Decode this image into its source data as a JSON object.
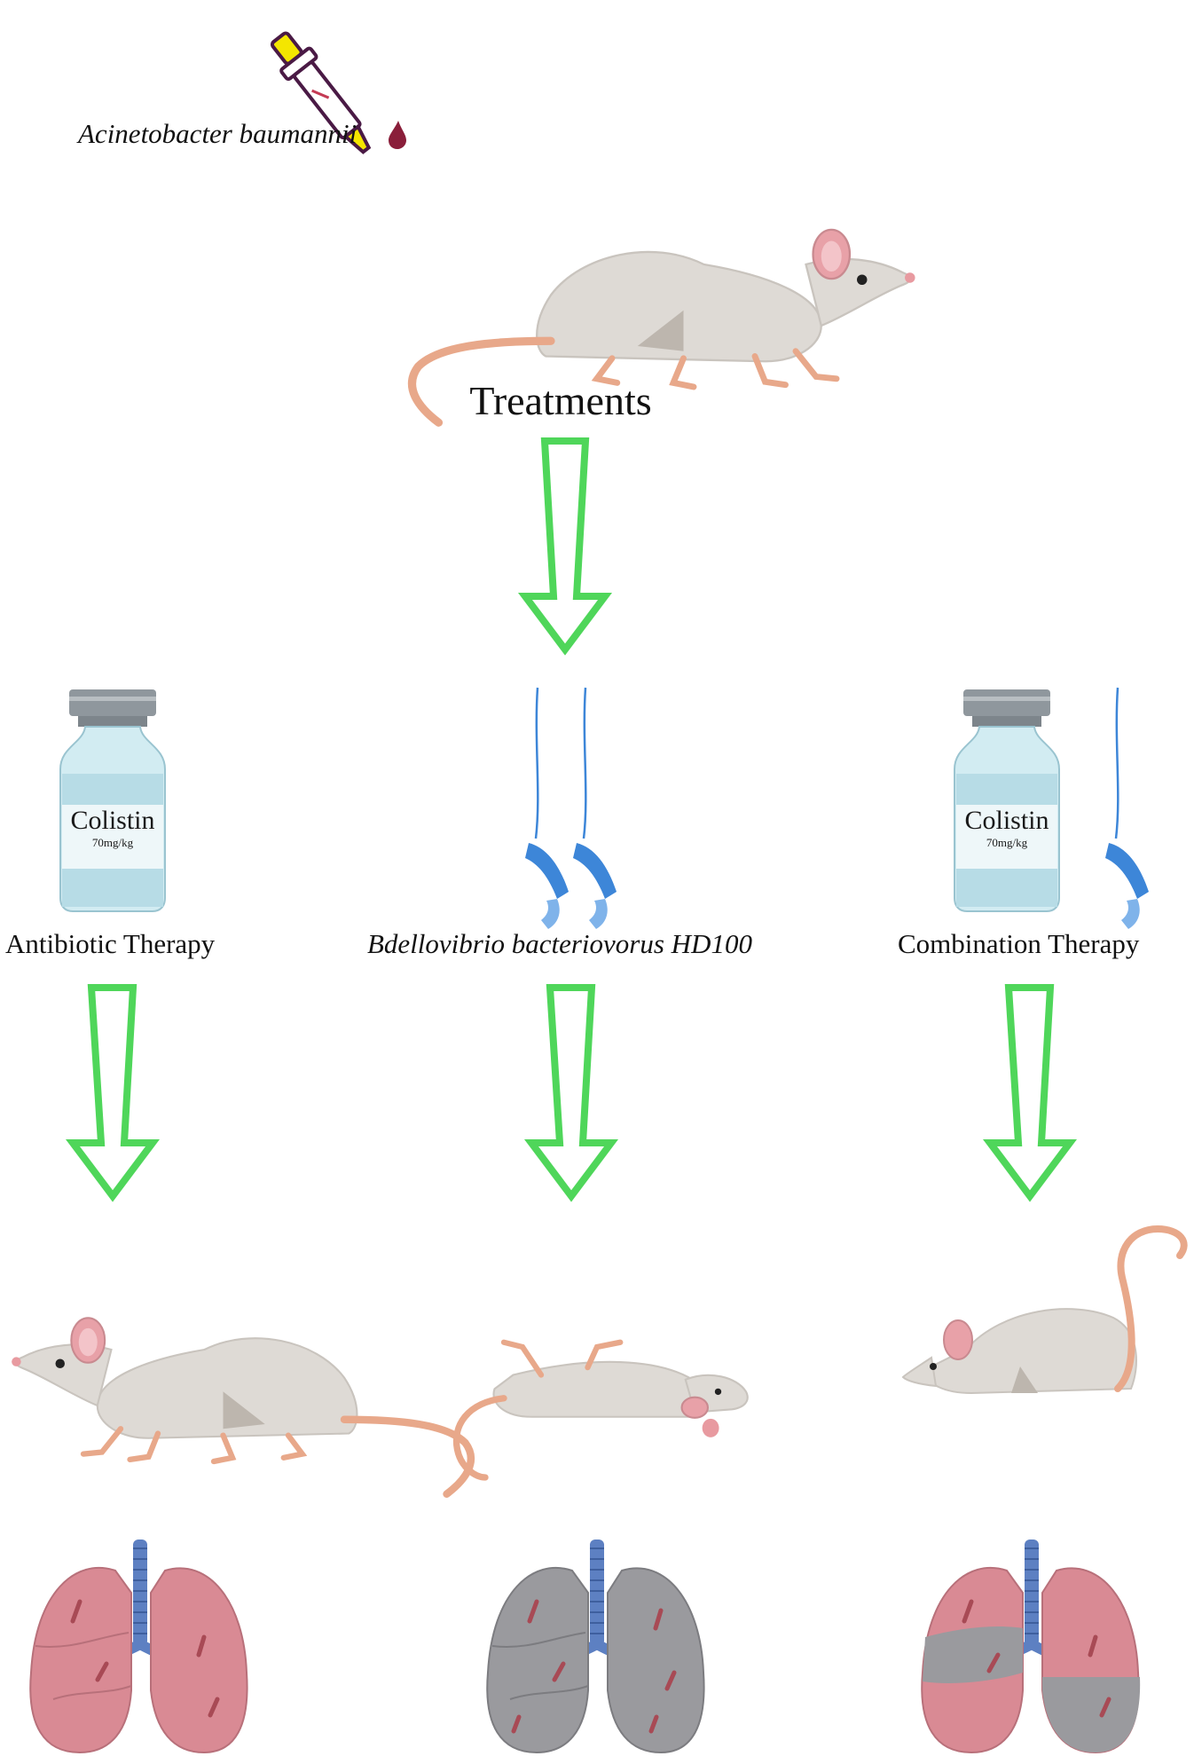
{
  "infection": {
    "pathogen_label": "Acinetobacter baumannii"
  },
  "title": "Treatments",
  "branches": [
    {
      "label": "Antibiotic Therapy",
      "vial": {
        "name": "Colistin",
        "dose": "70mg/kg"
      }
    },
    {
      "label": "Bdellovibrio bacteriovorus HD100"
    },
    {
      "label": "Combination Therapy",
      "vial": {
        "name": "Colistin",
        "dose": "70mg/kg"
      }
    }
  ],
  "colors": {
    "arrow": "#4fd65a",
    "mouse_body": "#dedad5",
    "mouse_tail": "#e8a88a",
    "lung_healthy": "#d98a94",
    "lung_infected": "#9a9a9e",
    "trachea": "#5d80c2",
    "bacteria": "#3d86d8",
    "vial_glass": "#b7dce6",
    "vial_cap": "#8f979d"
  }
}
